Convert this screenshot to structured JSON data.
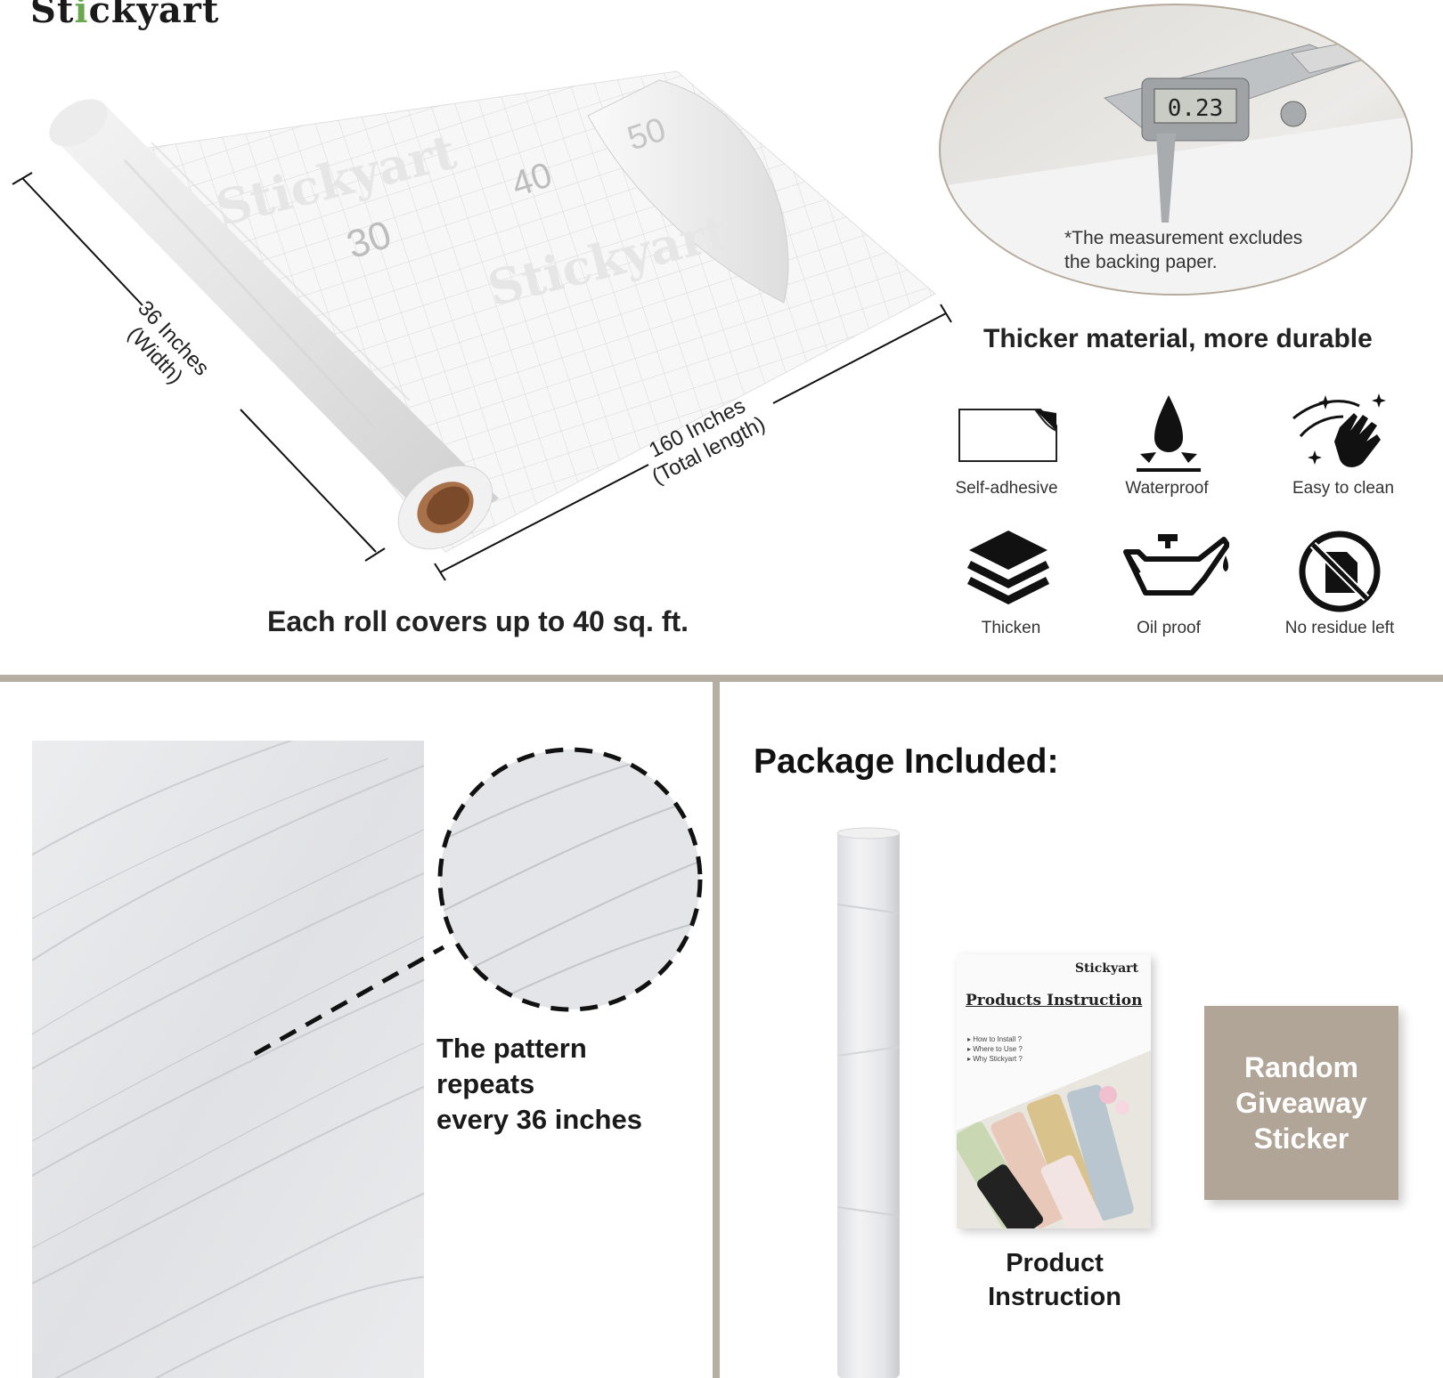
{
  "brand": {
    "logo_prefix": "St",
    "logo_i": "i",
    "logo_suffix": "ckyart",
    "accent_color": "#6aa84f"
  },
  "roll": {
    "width_value": "36 Inches",
    "width_note": "(Width)",
    "length_value": "160 Inches",
    "length_note": "(Total length)",
    "ruler_marks": [
      "30",
      "40",
      "50"
    ],
    "watermark": "Stickyart",
    "coverage_caption": "Each roll covers up to 40 sq. ft."
  },
  "thickness": {
    "caliper_reading": "0.23",
    "note": "*The measurement excludes\nthe backing paper.",
    "caption": "Thicker material, more durable"
  },
  "features": [
    {
      "label": "Self-adhesive",
      "icon": "peel-sticker-icon"
    },
    {
      "label": "Waterproof",
      "icon": "water-drop-icon"
    },
    {
      "label": "Easy to clean",
      "icon": "wipe-hand-icon"
    },
    {
      "label": "Thicken",
      "icon": "layers-icon"
    },
    {
      "label": "Oil proof",
      "icon": "oil-can-icon"
    },
    {
      "label": "No residue left",
      "icon": "no-residue-icon"
    }
  ],
  "pattern": {
    "line1": "The pattern",
    "line2": "repeats",
    "line3": "every 36 inches"
  },
  "package": {
    "title": "Package Included:",
    "booklet_logo": "Stickyart",
    "booklet_title": "Products Instruction",
    "booklet_items": [
      "▸ How to Install ?",
      "▸ Where to Use ?",
      "▸ Why Stickyart ?"
    ],
    "product_instruction_line1": "Product",
    "product_instruction_line2": "Instruction",
    "sticker_text": "Random\nGiveaway\nSticker",
    "sticker_color": "#b0a597"
  },
  "divider_color": "#b7aea3"
}
